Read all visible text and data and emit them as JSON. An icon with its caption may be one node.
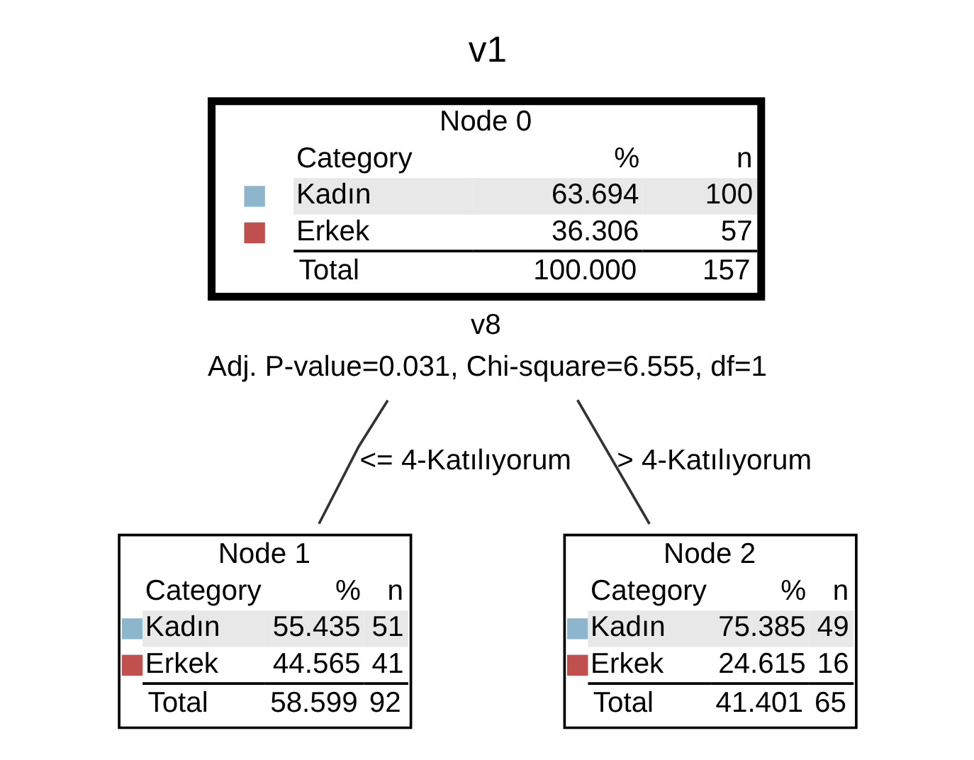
{
  "diagram": {
    "title": "v1",
    "nodes": [
      {
        "text": [
          "Node 0",
          "Category",
          "%",
          "n",
          "Kadın",
          "63.694",
          "100",
          "Erkek",
          "36.306",
          "57",
          "Total",
          "100.000",
          "157"
        ],
        "beside": [
          "v8",
          "Adj. P-value=0.031, Chi-square=6.555, df=1"
        ]
      },
      {
        "text": [
          "Node 1",
          "Category",
          "%",
          "n",
          "Kadın",
          "55.435",
          "51",
          "Erkek",
          "44.565",
          "41",
          "Total",
          "58.599",
          "92"
        ]
      },
      {
        "text": [
          "Node 2",
          "Category",
          "%",
          "n",
          "Kadın",
          "75.385",
          "49",
          "Erkek",
          "24.615",
          "16",
          "Total",
          "41.401",
          "65"
        ]
      }
    ],
    "edges": [
      {
        "from": 0,
        "to": 1,
        "arrow": "none",
        "label": "<= 4-Katılıyorum"
      },
      {
        "from": 0,
        "to": 2,
        "arrow": "none",
        "label": "> 4-Katılıyorum"
      }
    ]
  }
}
